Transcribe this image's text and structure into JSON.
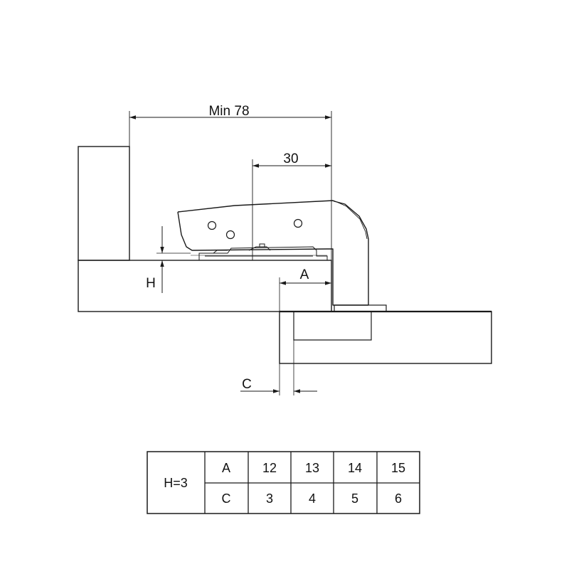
{
  "dimensions": {
    "min_width": "Min 78",
    "cup_offset": "30",
    "label_h": "H",
    "label_a": "A",
    "label_c": "C"
  },
  "table": {
    "condition": "H=3",
    "rows": [
      {
        "label": "A",
        "values": [
          "12",
          "13",
          "14",
          "15"
        ]
      },
      {
        "label": "C",
        "values": [
          "3",
          "4",
          "5",
          "6"
        ]
      }
    ]
  },
  "colors": {
    "line": "#1a1a1a",
    "background": "#ffffff"
  }
}
